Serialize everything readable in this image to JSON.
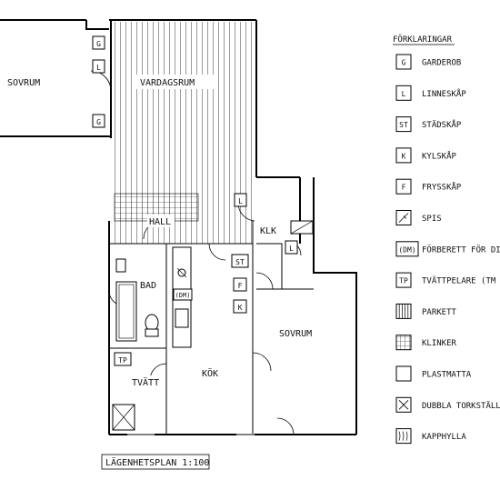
{
  "rooms": {
    "bedroom_left": "SOVRUM",
    "living_room": "VARDAGSRUM",
    "hall": "HALL",
    "bath": "BAD",
    "kitchen": "KÖK",
    "laundry": "TVÄTT",
    "bedroom_right": "SOVRUM",
    "closet": "KLK"
  },
  "fixtures": {
    "wardrobe": "G",
    "linen": "L",
    "cleaning": "ST",
    "fridge": "K",
    "freezer": "F",
    "dishwasher": "(DM)",
    "washer": "TP"
  },
  "plan_title": "LÄGENHETSPLAN 1:100",
  "legend": {
    "title": "FÖRKLARINGAR",
    "items": [
      {
        "code": "G",
        "label": "GARDEROB"
      },
      {
        "code": "L",
        "label": "LINNESKÅP"
      },
      {
        "code": "ST",
        "label": "STÄDSKÅP"
      },
      {
        "code": "K",
        "label": "KYLSKÅP"
      },
      {
        "code": "F",
        "label": "FRYSSKÅP"
      },
      {
        "code": "",
        "label": "SPIS",
        "icon": "stove-icon"
      },
      {
        "code": "(DM)",
        "label": "FÖRBERETT FÖR DIS"
      },
      {
        "code": "TP",
        "label": "TVÄTTPELARE (TM +"
      },
      {
        "code": "",
        "label": "PARKETT",
        "icon": "parquet-icon"
      },
      {
        "code": "",
        "label": "KLINKER",
        "icon": "tile-icon"
      },
      {
        "code": "",
        "label": "PLASTMATTA",
        "icon": "vinyl-icon"
      },
      {
        "code": "",
        "label": "DUBBLA TORKSTÄLL",
        "icon": "drying-rack-icon"
      },
      {
        "code": "",
        "label": "KAPPHYLLA",
        "icon": "coat-rack-icon"
      }
    ]
  }
}
